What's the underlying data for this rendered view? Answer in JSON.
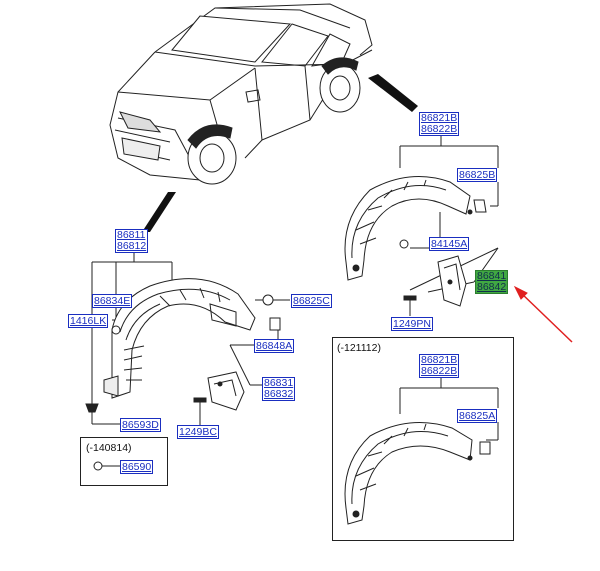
{
  "colors": {
    "label_blue": "#1a2ec0",
    "highlight_green": "#41a842",
    "arrow_red": "#e02020",
    "line": "#222222"
  },
  "parts": {
    "front_liner": [
      "86811",
      "86812"
    ],
    "front_bracket": "86834E",
    "front_clip": "1416LK",
    "front_nut": "86825C",
    "front_retainer": "86848A",
    "front_mudguard": [
      "86831",
      "86832"
    ],
    "front_screw": "86593D",
    "front_bolt": "1249BC",
    "rear_liner": [
      "86821B",
      "86822B"
    ],
    "rear_clip": "86825B",
    "rear_fastener": "84145A",
    "rear_mudguard": [
      "86841",
      "86842"
    ],
    "rear_bolt": "1249PN",
    "old_rear_liner": [
      "86821B",
      "86822B"
    ],
    "old_rear_clip": "86825A",
    "old_front_clip": "86590"
  },
  "notes": {
    "rear_box": "(-121112)",
    "front_box": "(-140814)"
  },
  "icons": {
    "arrow": "red-arrow-icon",
    "car": "suv-illustration"
  }
}
